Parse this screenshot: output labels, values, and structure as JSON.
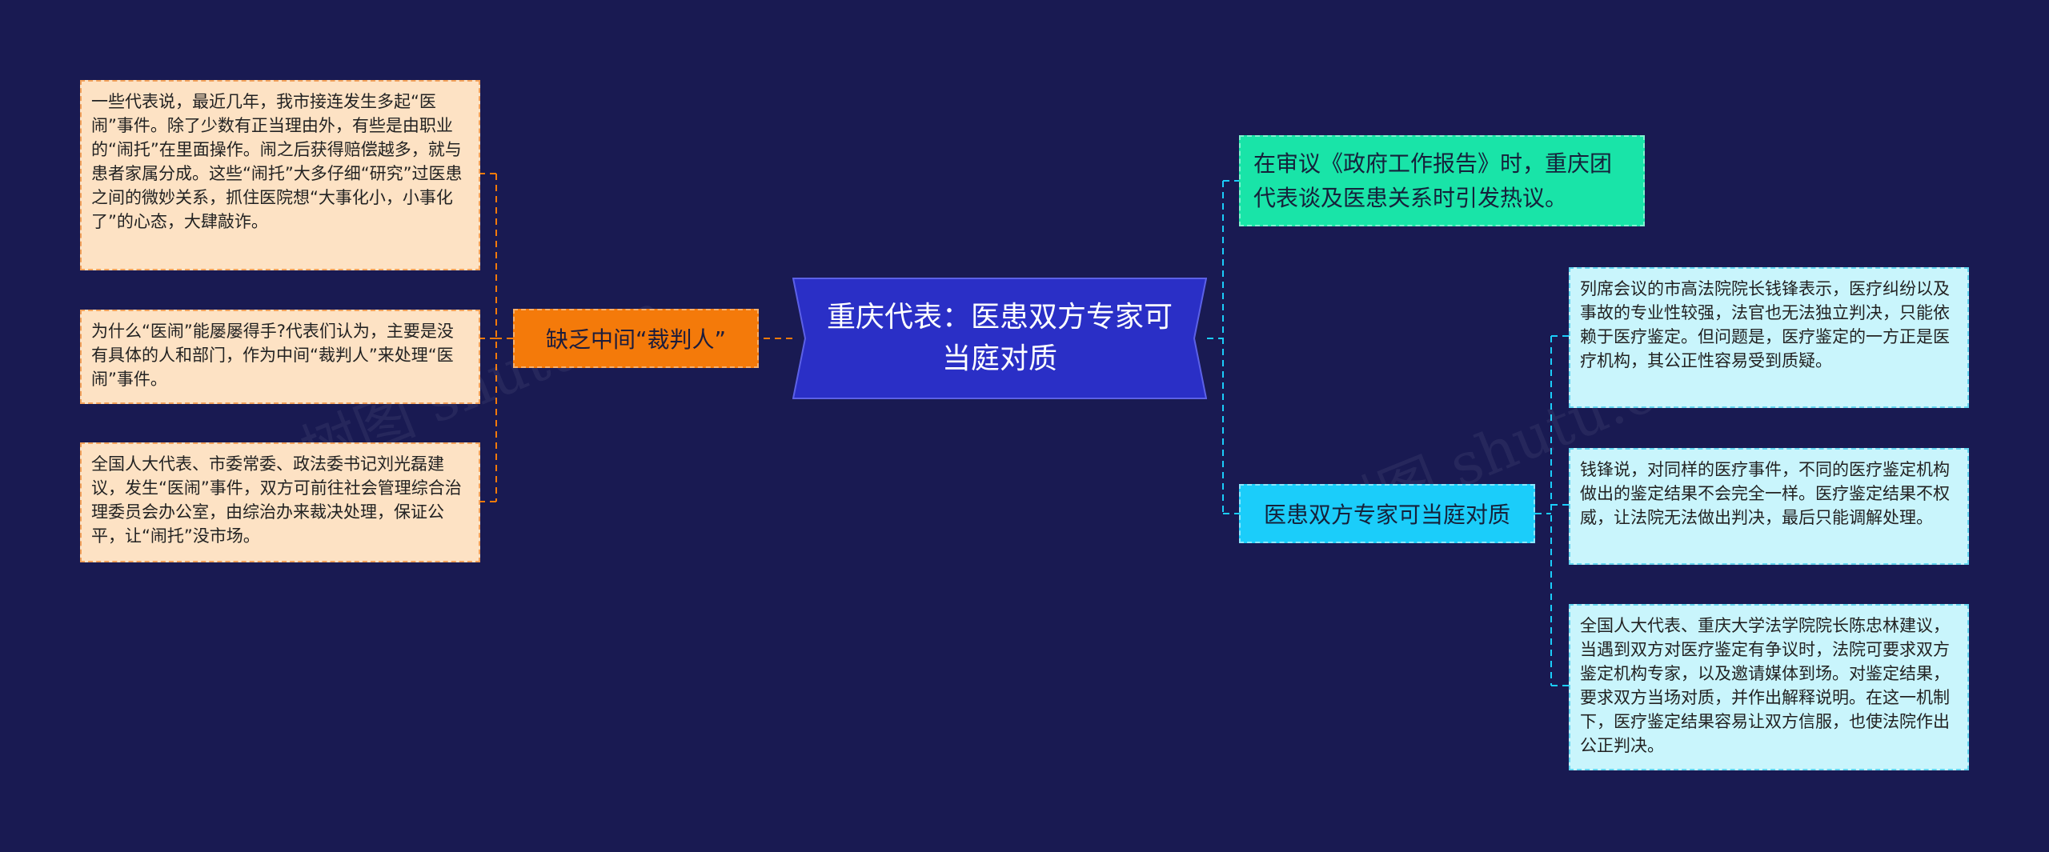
{
  "center": {
    "title": "重庆代表：医患双方专家可当庭对质"
  },
  "left_branch": {
    "label": "缺乏中间“裁判人”",
    "leaves": [
      "一些代表说，最近几年，我市接连发生多起“医闹”事件。除了少数有正当理由外，有些是由职业的“闹托”在里面操作。闹之后获得赔偿越多，就与患者家属分成。这些“闹托”大多仔细“研究”过医患之间的微妙关系，抓住医院想“大事化小，小事化了”的心态，大肆敲诈。",
      "为什么“医闹”能屡屡得手?代表们认为，主要是没有具体的人和部门，作为中间“裁判人”来处理“医闹”事件。",
      "全国人大代表、市委常委、政法委书记刘光磊建议，发生“医闹”事件，双方可前往社会管理综合治理委员会办公室，由综治办来裁决处理，保证公平，让“闹托”没市场。"
    ]
  },
  "right_top": {
    "label": "在审议《政府工作报告》时，重庆团代表谈及医患关系时引发热议。"
  },
  "right_bottom": {
    "label": "医患双方专家可当庭对质",
    "leaves": [
      "列席会议的市高法院院长钱锋表示，医疗纠纷以及事故的专业性较强，法官也无法独立判决，只能依赖于医疗鉴定。但问题是，医疗鉴定的一方正是医疗机构，其公正性容易受到质疑。",
      "钱锋说，对同样的医疗事件，不同的医疗鉴定机构做出的鉴定结果不会完全一样。医疗鉴定结果不权威，让法院无法做出判决，最后只能调解处理。",
      "全国人大代表、重庆大学法学院院长陈忠林建议，当遇到双方对医疗鉴定有争议时，法院可要求双方鉴定机构专家，以及邀请媒体到场。对鉴定结果，要求双方当场对质，并作出解释说明。在这一机制下，医疗鉴定结果容易让双方信服，也使法院作出公正判决。"
    ]
  },
  "colors": {
    "background": "#191a52",
    "center": "#2a2fc6",
    "left_topic": "#f47a0a",
    "left_leaf": "#fde2c4",
    "left_line": "#f47a0a",
    "right_top": "#19e4a8",
    "right_bottom": "#1bcdfa",
    "right_leaf": "#c9f5fc",
    "right_line": "#1bcdfa"
  }
}
